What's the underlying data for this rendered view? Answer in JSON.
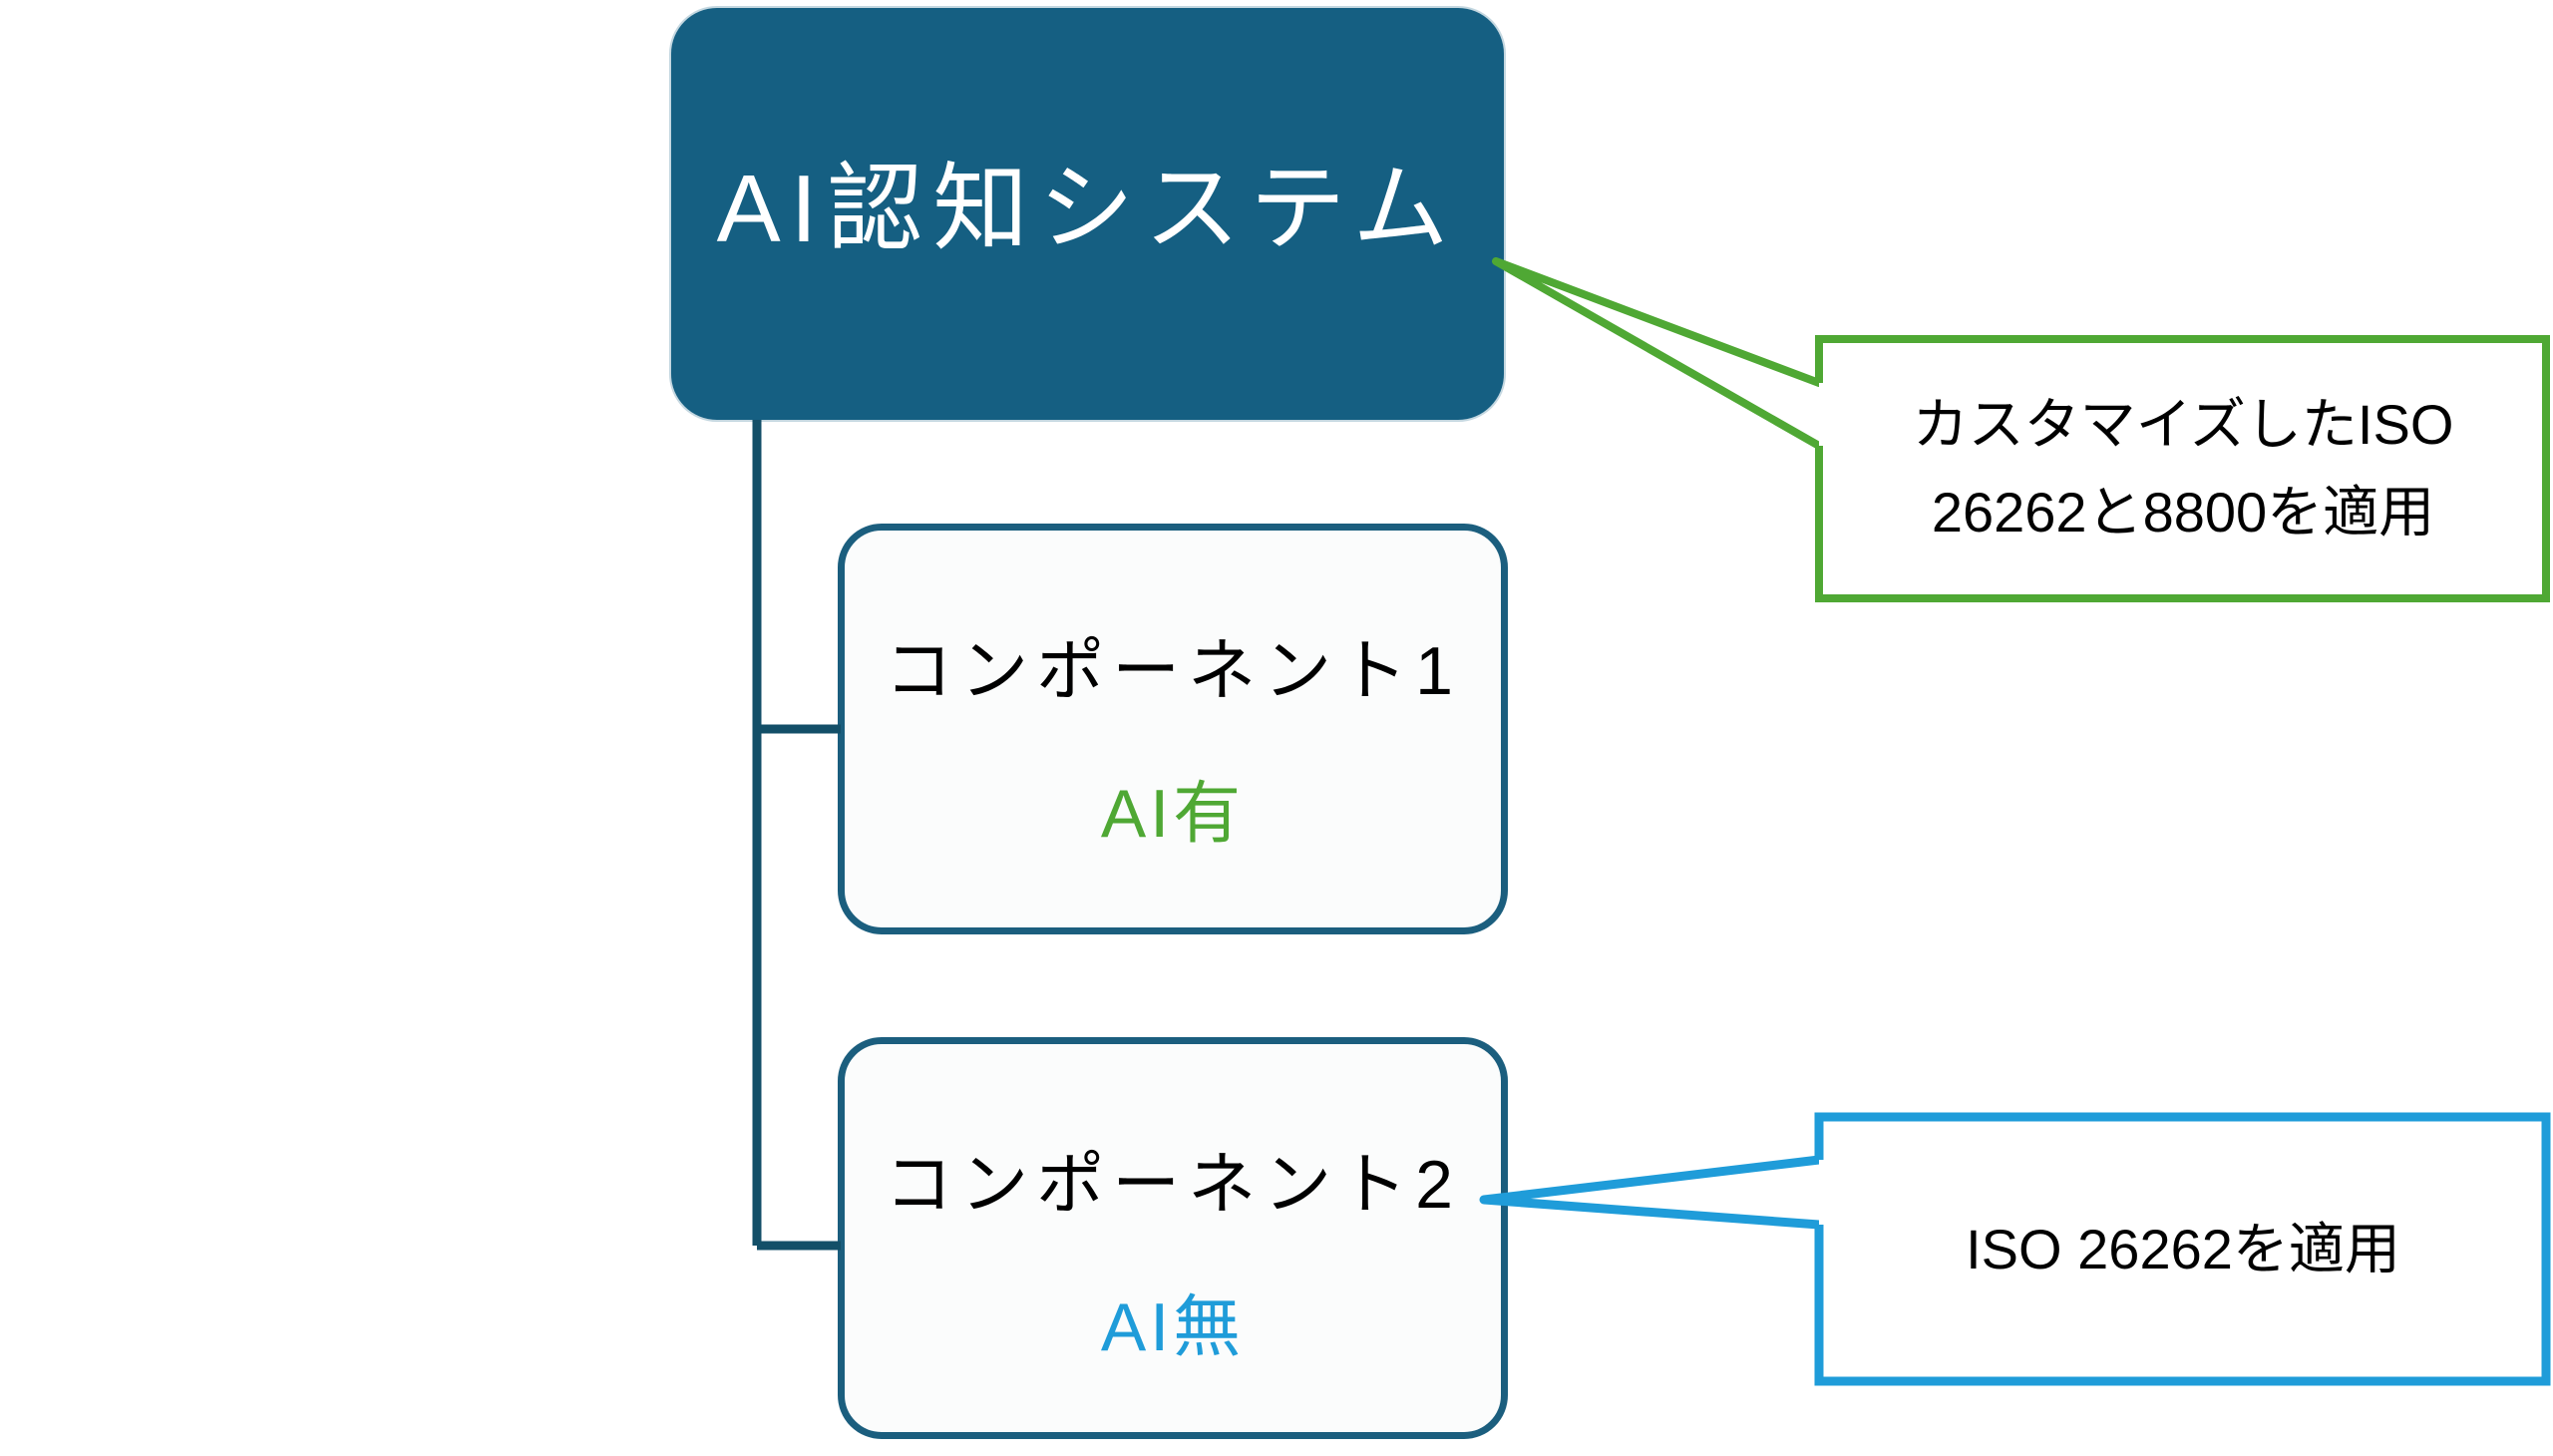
{
  "colors": {
    "root_fill": "#155F82",
    "node_border": "#1B5E7E",
    "connector": "#134F68",
    "green_accent": "#4FA834",
    "blue_accent": "#1F9CD9",
    "node_fill": "#FBFCFC",
    "callout_fill": "#FFFFFF",
    "text_dark": "#000000",
    "text_light": "#FFFFFF"
  },
  "diagram": {
    "root_label": "AI認知システム",
    "components": [
      {
        "title": "コンポーネント1",
        "tag": "AI有"
      },
      {
        "title": "コンポーネント2",
        "tag": "AI無"
      }
    ],
    "callouts": [
      {
        "lines": [
          "カスタマイズしたISO",
          "26262と8800を適用"
        ],
        "points_to": "AI認知システム"
      },
      {
        "lines": [
          "ISO 26262を適用"
        ],
        "points_to": "コンポーネント2"
      }
    ]
  }
}
